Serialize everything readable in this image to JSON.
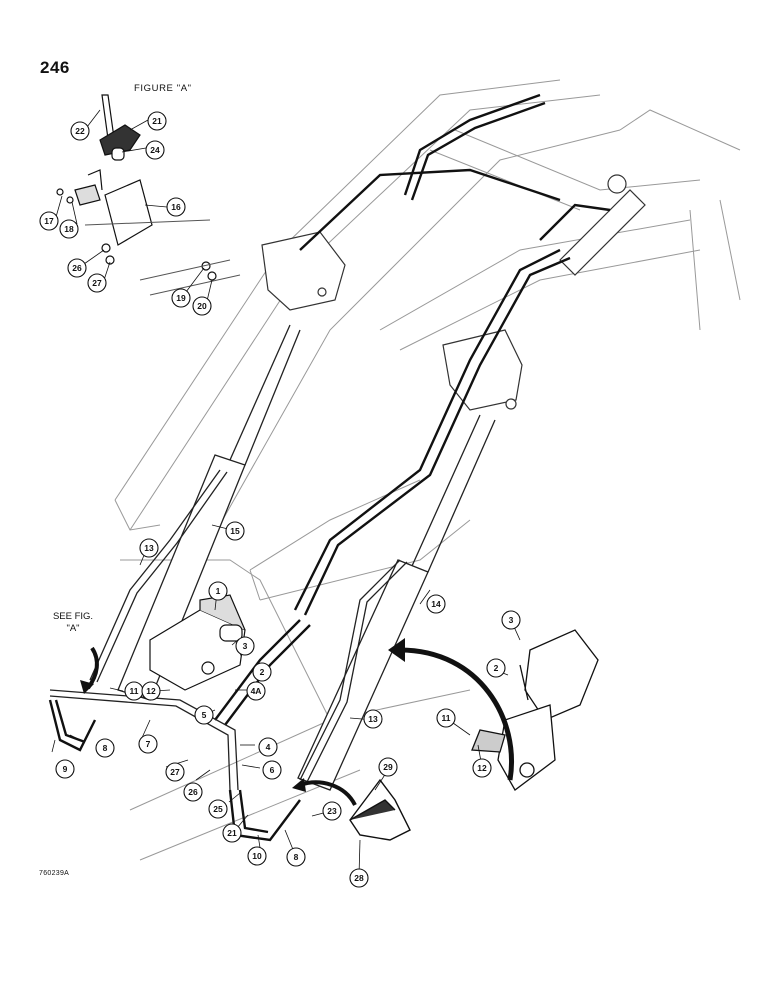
{
  "page_number": "246",
  "figure_title": "FIGURE \"A\"",
  "see_figure_note": "SEE FIG. \"A\"",
  "document_code": "760239A",
  "callouts": {
    "c22": "22",
    "c21a": "21",
    "c24": "24",
    "c17": "17",
    "c18": "18",
    "c16": "16",
    "c26a": "26",
    "c27a": "27",
    "c19": "19",
    "c20": "20",
    "c15": "15",
    "c13a": "13",
    "c1": "1",
    "c14": "14",
    "c3a": "3",
    "c2a": "2",
    "c4a": "4A",
    "c11a": "11",
    "c12a": "12",
    "c5": "5",
    "c4": "4",
    "c6": "6",
    "c7": "7",
    "c8a": "8",
    "c9": "9",
    "c27b": "27",
    "c26b": "26",
    "c25": "25",
    "c21b": "21",
    "c10": "10",
    "c8b": "8",
    "c23": "23",
    "c13b": "13",
    "c29": "29",
    "c28": "28",
    "c3b": "3",
    "c2b": "2",
    "c11b": "11",
    "c12b": "12"
  }
}
